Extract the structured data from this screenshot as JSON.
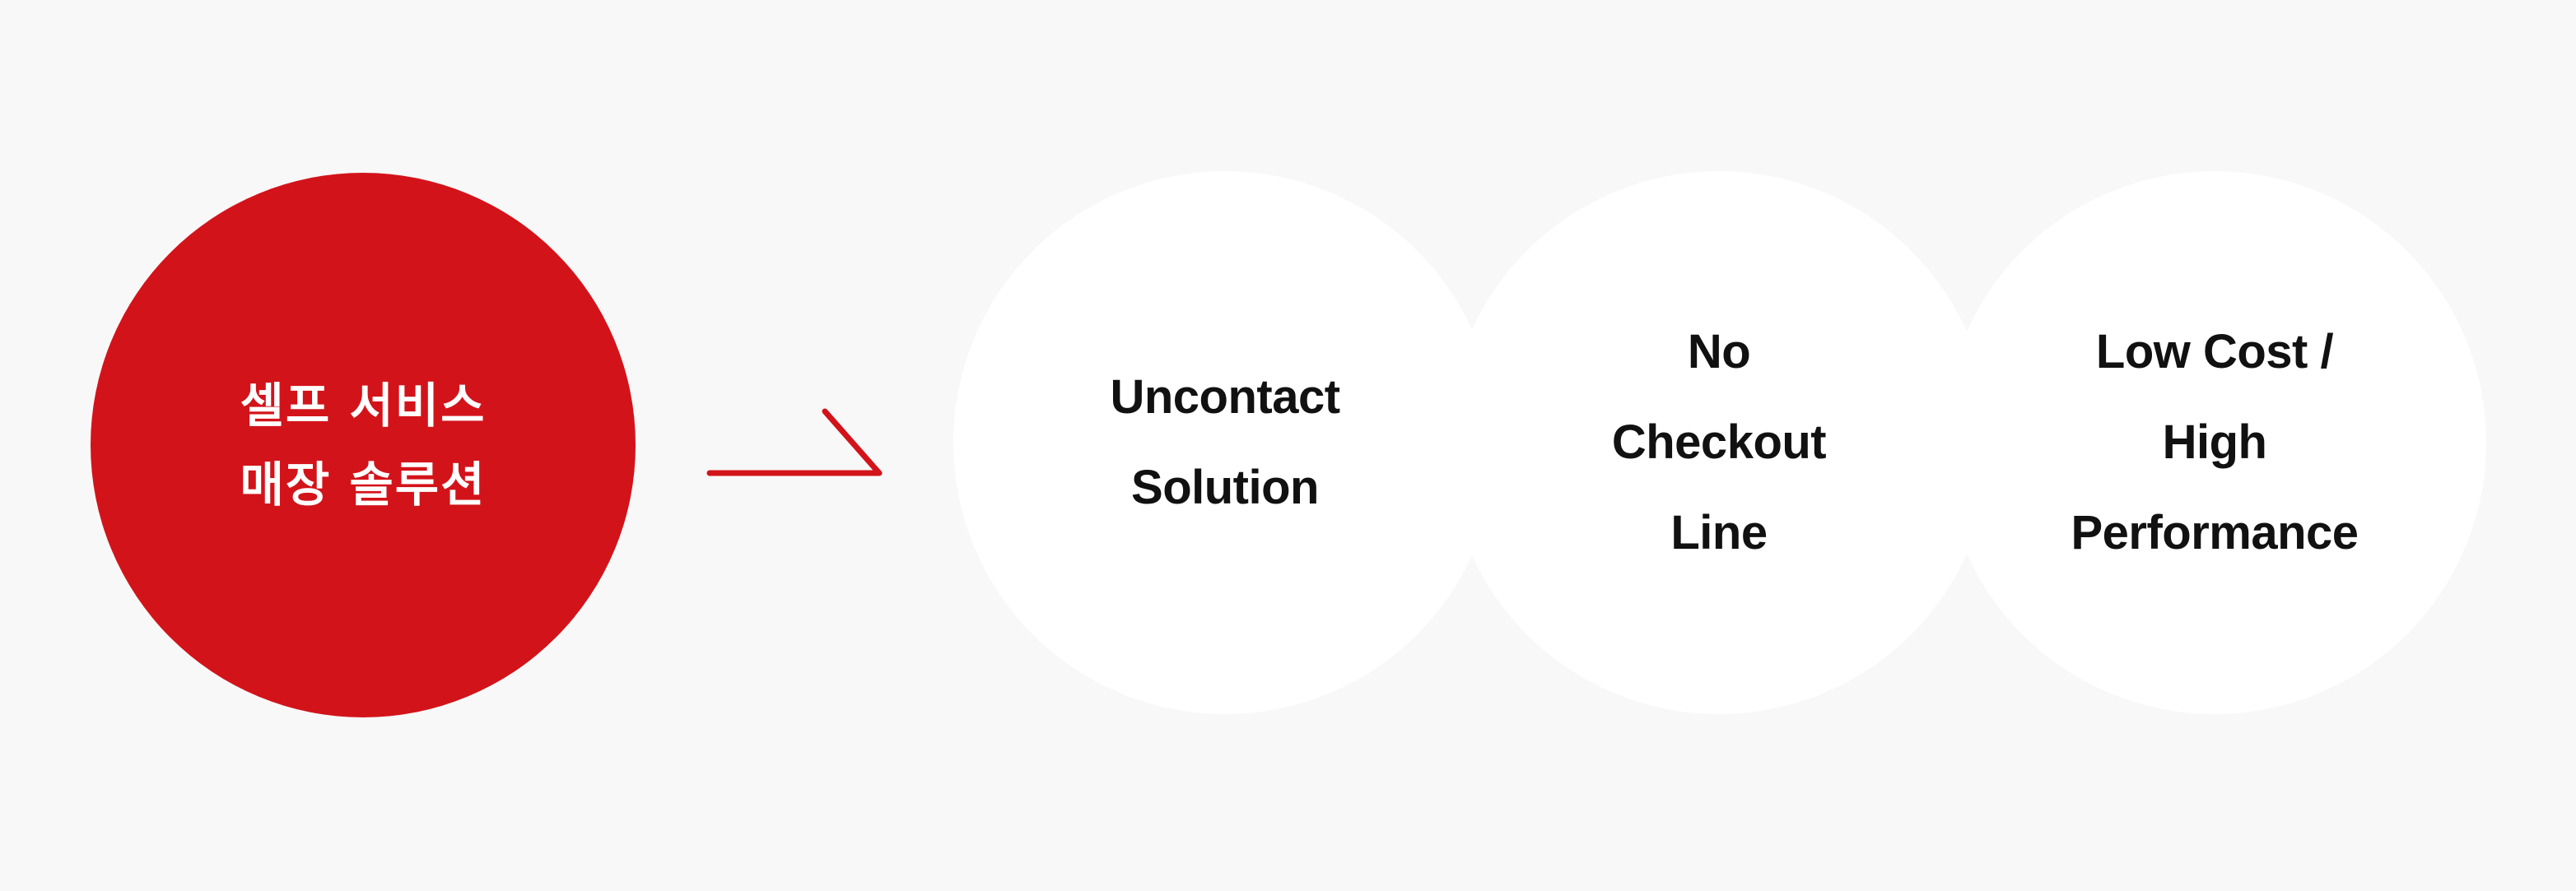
{
  "main_circle": {
    "lines": [
      "셀프 서비스",
      "매장 솔루션"
    ],
    "color": "#d3131a"
  },
  "features": [
    {
      "lines": [
        "Uncontact",
        "Solution"
      ]
    },
    {
      "lines": [
        "No",
        "Checkout",
        "Line"
      ]
    },
    {
      "lines": [
        "Low Cost /",
        "High",
        "Performance"
      ]
    }
  ],
  "arrow_color": "#d3131a",
  "background_color": "#f8f8f8"
}
